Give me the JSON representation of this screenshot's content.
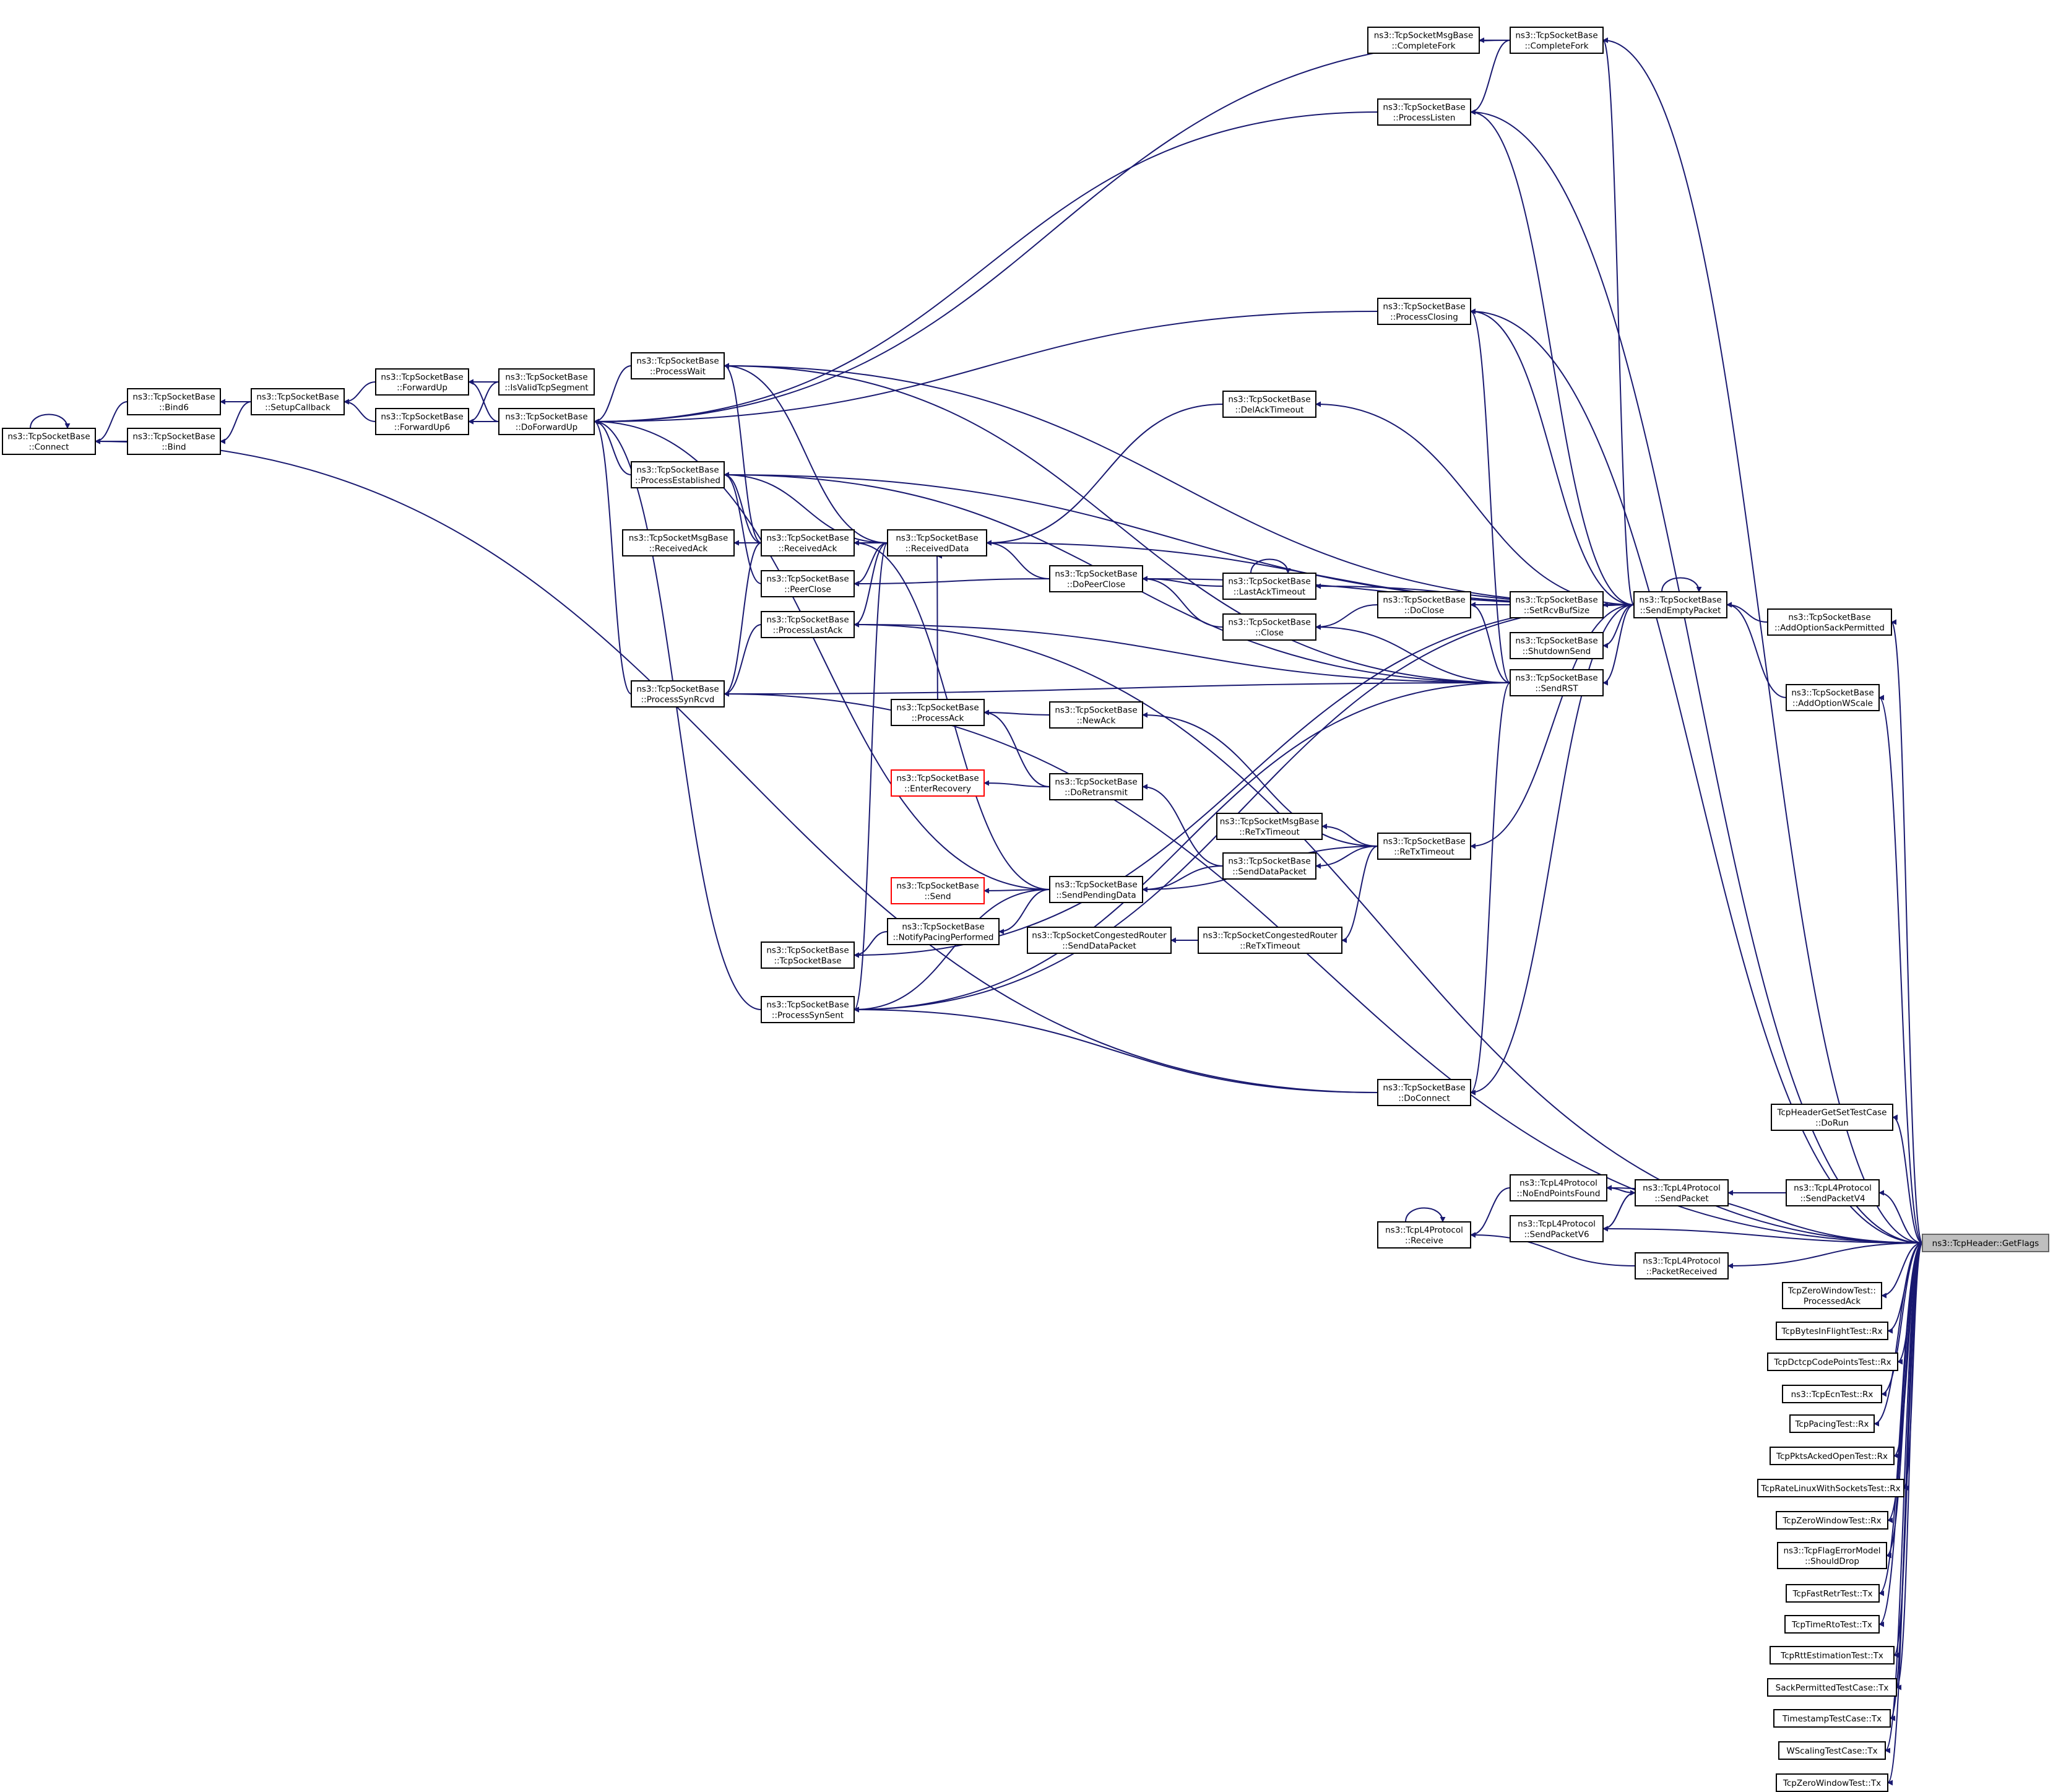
{
  "diagram": {
    "colors": {
      "edge": "#191970",
      "border": "#000000",
      "red_border": "#ff0000",
      "target_fill": "#bfbfbf"
    },
    "nodes": [
      {
        "id": "connect",
        "lines": [
          "ns3::TcpSocketBase",
          "::Connect"
        ]
      },
      {
        "id": "bind6",
        "lines": [
          "ns3::TcpSocketBase",
          "::Bind6"
        ]
      },
      {
        "id": "bind",
        "lines": [
          "ns3::TcpSocketBase",
          "::Bind"
        ]
      },
      {
        "id": "setupcb",
        "lines": [
          "ns3::TcpSocketBase",
          "::SetupCallback"
        ]
      },
      {
        "id": "fwdup",
        "lines": [
          "ns3::TcpSocketBase",
          "::ForwardUp"
        ]
      },
      {
        "id": "fwdup6",
        "lines": [
          "ns3::TcpSocketBase",
          "::ForwardUp6"
        ]
      },
      {
        "id": "isvalid",
        "lines": [
          "ns3::TcpSocketBase",
          "::IsValidTcpSegment"
        ]
      },
      {
        "id": "dofwd",
        "lines": [
          "ns3::TcpSocketBase",
          "::DoForwardUp"
        ]
      },
      {
        "id": "pwait",
        "lines": [
          "ns3::TcpSocketBase",
          "::ProcessWait"
        ]
      },
      {
        "id": "pestab",
        "lines": [
          "ns3::TcpSocketBase",
          "::ProcessEstablished"
        ]
      },
      {
        "id": "msgrack",
        "lines": [
          "ns3::TcpSocketMsgBase",
          "::ReceivedAck"
        ]
      },
      {
        "id": "rack",
        "lines": [
          "ns3::TcpSocketBase",
          "::ReceivedAck"
        ]
      },
      {
        "id": "peerclose",
        "lines": [
          "ns3::TcpSocketBase",
          "::PeerClose"
        ]
      },
      {
        "id": "plastack",
        "lines": [
          "ns3::TcpSocketBase",
          "::ProcessLastAck"
        ]
      },
      {
        "id": "psynrcvd",
        "lines": [
          "ns3::TcpSocketBase",
          "::ProcessSynRcvd"
        ]
      },
      {
        "id": "rdata",
        "lines": [
          "ns3::TcpSocketBase",
          "::ReceivedData"
        ]
      },
      {
        "id": "procack",
        "lines": [
          "ns3::TcpSocketBase",
          "::ProcessAck"
        ]
      },
      {
        "id": "enterrec",
        "lines": [
          "ns3::TcpSocketBase",
          "::EnterRecovery"
        ],
        "red": true
      },
      {
        "id": "sendred",
        "lines": [
          "ns3::TcpSocketBase",
          "::Send"
        ],
        "red": true
      },
      {
        "id": "notifypace",
        "lines": [
          "ns3::TcpSocketBase",
          "::NotifyPacingPerformed"
        ]
      },
      {
        "id": "tcpsb",
        "lines": [
          "ns3::TcpSocketBase",
          "::TcpSocketBase"
        ]
      },
      {
        "id": "psynsent",
        "lines": [
          "ns3::TcpSocketBase",
          "::ProcessSynSent"
        ]
      },
      {
        "id": "dopeerclose",
        "lines": [
          "ns3::TcpSocketBase",
          "::DoPeerClose"
        ]
      },
      {
        "id": "newack",
        "lines": [
          "ns3::TcpSocketBase",
          "::NewAck"
        ]
      },
      {
        "id": "doretx",
        "lines": [
          "ns3::TcpSocketBase",
          "::DoRetransmit"
        ]
      },
      {
        "id": "spdata",
        "lines": [
          "ns3::TcpSocketBase",
          "::SendPendingData"
        ]
      },
      {
        "id": "congsend",
        "lines": [
          "ns3::TcpSocketCongestedRouter",
          "::SendDataPacket"
        ]
      },
      {
        "id": "delack",
        "lines": [
          "ns3::TcpSocketBase",
          "::DelAckTimeout"
        ]
      },
      {
        "id": "lastackto",
        "lines": [
          "ns3::TcpSocketBase",
          "::LastAckTimeout"
        ]
      },
      {
        "id": "close",
        "lines": [
          "ns3::TcpSocketBase",
          "::Close"
        ]
      },
      {
        "id": "msgretx",
        "lines": [
          "ns3::TcpSocketMsgBase",
          "::ReTxTimeout"
        ]
      },
      {
        "id": "senddatapkt",
        "lines": [
          "ns3::TcpSocketBase",
          "::SendDataPacket"
        ]
      },
      {
        "id": "congretx",
        "lines": [
          "ns3::TcpSocketCongestedRouter",
          "::ReTxTimeout"
        ]
      },
      {
        "id": "msgcfork",
        "lines": [
          "ns3::TcpSocketMsgBase",
          "::CompleteFork"
        ]
      },
      {
        "id": "cfork",
        "lines": [
          "ns3::TcpSocketBase",
          "::CompleteFork"
        ]
      },
      {
        "id": "plisten",
        "lines": [
          "ns3::TcpSocketBase",
          "::ProcessListen"
        ]
      },
      {
        "id": "pclosing",
        "lines": [
          "ns3::TcpSocketBase",
          "::ProcessClosing"
        ]
      },
      {
        "id": "doclose",
        "lines": [
          "ns3::TcpSocketBase",
          "::DoClose"
        ]
      },
      {
        "id": "setrcv",
        "lines": [
          "ns3::TcpSocketBase",
          "::SetRcvBufSize"
        ]
      },
      {
        "id": "shutsend",
        "lines": [
          "ns3::TcpSocketBase",
          "::ShutdownSend"
        ]
      },
      {
        "id": "sendrst",
        "lines": [
          "ns3::TcpSocketBase",
          "::SendRST"
        ]
      },
      {
        "id": "retx",
        "lines": [
          "ns3::TcpSocketBase",
          "::ReTxTimeout"
        ]
      },
      {
        "id": "doconnect",
        "lines": [
          "ns3::TcpSocketBase",
          "::DoConnect"
        ]
      },
      {
        "id": "sendempty",
        "lines": [
          "ns3::TcpSocketBase",
          "::SendEmptyPacket"
        ]
      },
      {
        "id": "addsack",
        "lines": [
          "ns3::TcpSocketBase",
          "::AddOptionSackPermitted"
        ]
      },
      {
        "id": "addws",
        "lines": [
          "ns3::TcpSocketBase",
          "::AddOptionWScale"
        ]
      },
      {
        "id": "l4receive",
        "lines": [
          "ns3::TcpL4Protocol",
          "::Receive"
        ]
      },
      {
        "id": "noendpts",
        "lines": [
          "ns3::TcpL4Protocol",
          "::NoEndPointsFound"
        ]
      },
      {
        "id": "sendpktv6",
        "lines": [
          "ns3::TcpL4Protocol",
          "::SendPacketV6"
        ]
      },
      {
        "id": "sendpkt",
        "lines": [
          "ns3::TcpL4Protocol",
          "::SendPacket"
        ]
      },
      {
        "id": "pktrecv",
        "lines": [
          "ns3::TcpL4Protocol",
          "::PacketReceived"
        ]
      },
      {
        "id": "sendpktv4",
        "lines": [
          "ns3::TcpL4Protocol",
          "::SendPacketV4"
        ]
      },
      {
        "id": "hdrtest",
        "lines": [
          "TcpHeaderGetSetTestCase",
          "::DoRun"
        ]
      },
      {
        "id": "zwpa",
        "lines": [
          "TcpZeroWindowTest::",
          "ProcessedAck"
        ]
      },
      {
        "id": "t1",
        "lines": [
          "TcpBytesInFlightTest::Rx"
        ]
      },
      {
        "id": "t2",
        "lines": [
          "TcpDctcpCodePointsTest::Rx"
        ]
      },
      {
        "id": "t3",
        "lines": [
          "ns3::TcpEcnTest::Rx"
        ]
      },
      {
        "id": "t4",
        "lines": [
          "TcpPacingTest::Rx"
        ]
      },
      {
        "id": "t5",
        "lines": [
          "TcpPktsAckedOpenTest::Rx"
        ]
      },
      {
        "id": "t6",
        "lines": [
          "TcpRateLinuxWithSocketsTest::Rx"
        ]
      },
      {
        "id": "t7",
        "lines": [
          "TcpZeroWindowTest::Rx"
        ]
      },
      {
        "id": "t8",
        "lines": [
          "ns3::TcpFlagErrorModel",
          "::ShouldDrop"
        ]
      },
      {
        "id": "t9",
        "lines": [
          "TcpFastRetrTest::Tx"
        ]
      },
      {
        "id": "t10",
        "lines": [
          "TcpTimeRtoTest::Tx"
        ]
      },
      {
        "id": "t11",
        "lines": [
          "TcpRttEstimationTest::Tx"
        ]
      },
      {
        "id": "t12",
        "lines": [
          "SackPermittedTestCase::Tx"
        ]
      },
      {
        "id": "t13",
        "lines": [
          "TimestampTestCase::Tx"
        ]
      },
      {
        "id": "t14",
        "lines": [
          "WScalingTestCase::Tx"
        ]
      },
      {
        "id": "t15",
        "lines": [
          "TcpZeroWindowTest::Tx"
        ]
      },
      {
        "id": "target",
        "lines": [
          "ns3::TcpHeader::GetFlags"
        ],
        "target": true
      }
    ]
  }
}
